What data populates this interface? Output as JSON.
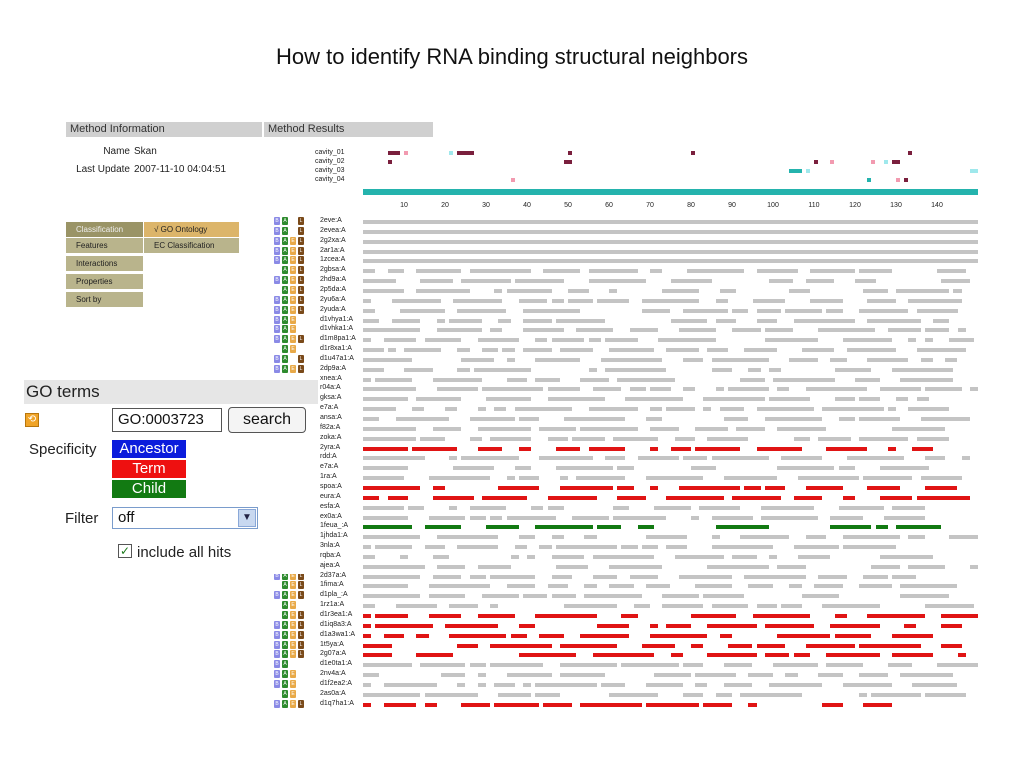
{
  "slide_title": "How to identify RNA binding structural neighbors",
  "headers": {
    "method_info": "Method Information",
    "method_results": "Method Results"
  },
  "method_info": {
    "name_label": "Name",
    "name_value": "Skan",
    "update_label": "Last Update",
    "update_value": "2007-11-10 04:04:51"
  },
  "nav": {
    "classification": "Classification",
    "go_ontology": "√ GO Ontology",
    "features": "Features",
    "ec_classification": "EC Classification",
    "interactions": "Interactions",
    "properties": "Properties",
    "sort_by": "Sort by"
  },
  "cavities": [
    {
      "label": "cavity_01",
      "marks": [
        [
          6,
          9,
          "#7a1f3d"
        ],
        [
          10,
          11,
          "#f29ab0"
        ],
        [
          21,
          22,
          "#9fe8ec"
        ],
        [
          23,
          27,
          "#7a1f3d"
        ],
        [
          50,
          51,
          "#7a1f3d"
        ],
        [
          80,
          81,
          "#7a1f3d"
        ],
        [
          133,
          134,
          "#7a1f3d"
        ]
      ]
    },
    {
      "label": "cavity_02",
      "marks": [
        [
          6,
          7,
          "#7a1f3d"
        ],
        [
          49,
          51,
          "#7a1f3d"
        ],
        [
          110,
          111,
          "#7a1f3d"
        ],
        [
          114,
          115,
          "#f29ab0"
        ],
        [
          124,
          125,
          "#f29ab0"
        ],
        [
          127,
          128,
          "#9fe8ec"
        ],
        [
          129,
          131,
          "#7a1f3d"
        ]
      ]
    },
    {
      "label": "cavity_03",
      "marks": [
        [
          104,
          107,
          "#24b3ad"
        ],
        [
          108,
          109,
          "#9fe8ec"
        ],
        [
          148,
          150,
          "#9fe8ec"
        ]
      ]
    },
    {
      "label": "cavity_04",
      "marks": [
        [
          36,
          37,
          "#f29ab0"
        ],
        [
          123,
          124,
          "#24b3ad"
        ],
        [
          130,
          131,
          "#f29ab0"
        ],
        [
          132,
          133,
          "#7a1f3d"
        ]
      ]
    }
  ],
  "axis": {
    "max": 150,
    "ticks": [
      10,
      20,
      30,
      40,
      50,
      60,
      70,
      80,
      90,
      100,
      110,
      120,
      130,
      140
    ]
  },
  "colors": {
    "gray": "#c4c4c4",
    "term": "#e01414",
    "child": "#127a12",
    "ancestor": "#0b1cdc"
  },
  "rows": [
    "2eve:A",
    "2evea:A",
    "2g2xa:A",
    "2ar1a:A",
    "1zcea:A",
    "2gbsa:A",
    "2hd9a:A",
    "2p5da:A",
    "2yu6a:A",
    "2yuda:A",
    "d1vhya1:A",
    "d1vhka1:A",
    "d1m8pa1:A",
    "d1r8xa1:A",
    "d1u47a1:A",
    "2dp9a:A",
    "xnea:A",
    "r04a:A",
    "gksa:A",
    "e7a:A",
    "ansa:A",
    "f82a:A",
    "zoka:A",
    "2yra:A",
    "rdd:A",
    "e7a:A",
    "1ra:A",
    "spoa:A",
    "eura:A",
    "esfa:A",
    "ex0a:A",
    "1feua_:A",
    "1jhda1:A",
    "3nla:A",
    "rqba:A",
    "ajea:A",
    "2d37a:A",
    "1fima:A",
    "d1pla_:A",
    "1rz1a:A",
    "d1r3ea1:A",
    "d1iq8a3:A",
    "d1a3wa1:A",
    "1t5ya:A",
    "2g07a:A",
    "d1e0ta1:A",
    "2nv4a:A",
    "d1f2ea2:A",
    "2as0a:A",
    "d1q7ha1:A"
  ],
  "go_panel": {
    "title": "GO terms",
    "go_value": "GO:0003723",
    "search_label": "search",
    "specificity_label": "Specificity",
    "ancestor": "Ancestor",
    "term": "Term",
    "child": "Child",
    "filter_label": "Filter",
    "filter_value": "off",
    "include_label": "include all hits",
    "include_checked": true
  }
}
